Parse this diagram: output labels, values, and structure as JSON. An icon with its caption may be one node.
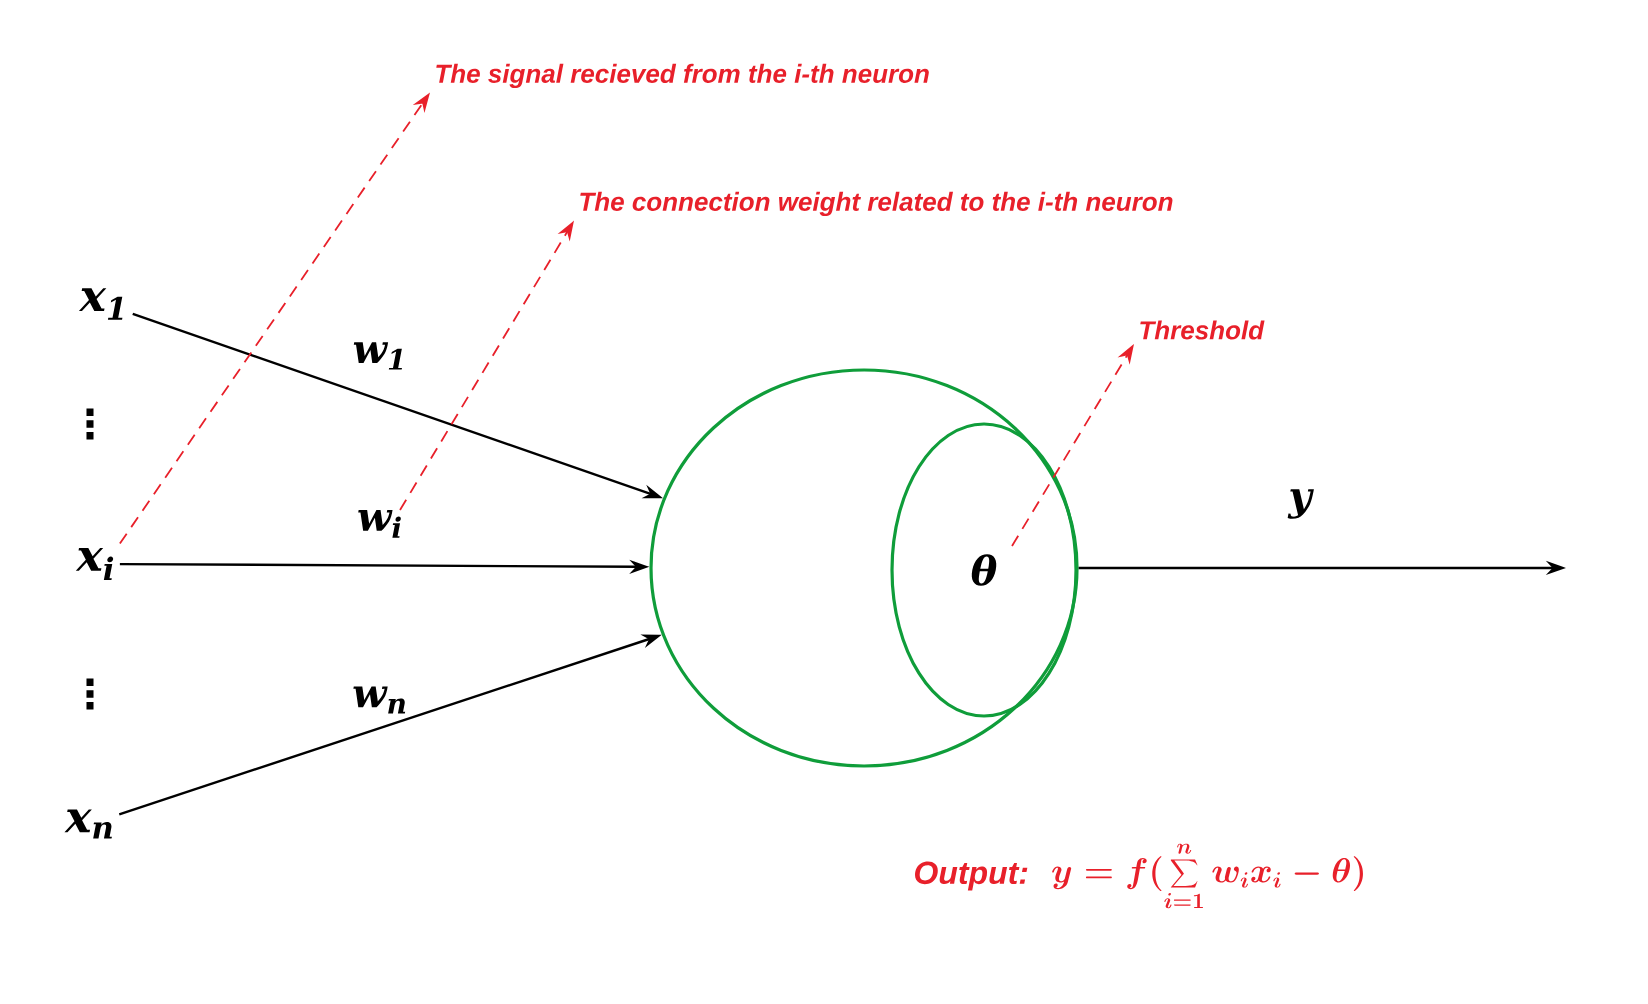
{
  "diagram": {
    "nodes": [
      {
        "text": [
          "x$_{1}$"
        ]
      },
      {
        "text": [
          "x$_{i}$"
        ]
      },
      {
        "text": [
          "x$_{n}$"
        ]
      },
      {
        "text": [],
        "shape": "circle"
      },
      {
        "text": [
          "θ"
        ],
        "in": 3
      },
      {
        "text": [
          "The signal recieved from the i-th neuron"
        ]
      },
      {
        "text": [
          "The connection weight related to the i-th neuron"
        ]
      },
      {
        "text": [
          "Threshold"
        ]
      }
    ],
    "edges": [
      {
        "from": 0,
        "to": 3,
        "arrow": "to",
        "label": "w$_{1}$"
      },
      {
        "from": 1,
        "to": 3,
        "arrow": "to",
        "label": "w$_{i}$"
      },
      {
        "from": 2,
        "to": 3,
        "arrow": "to",
        "label": "w$_{n}$"
      },
      {
        "from": 3,
        "to": null,
        "arrow": "to",
        "label": "y"
      },
      {
        "from": 1,
        "to": 5,
        "arrow": "to",
        "style": "dashed",
        "color": "#e8202a"
      },
      {
        "from": null,
        "to": 6,
        "arrow": "to",
        "style": "dashed",
        "color": "#e8202a"
      },
      {
        "from": 4,
        "to": 7,
        "arrow": "to",
        "style": "dashed",
        "color": "#e8202a"
      }
    ],
    "labels": [
      "⋮",
      "⋮",
      "Output:",
      "y = f(\\sum_{i=1}^{n} w_i x_i - \\theta)"
    ]
  }
}
